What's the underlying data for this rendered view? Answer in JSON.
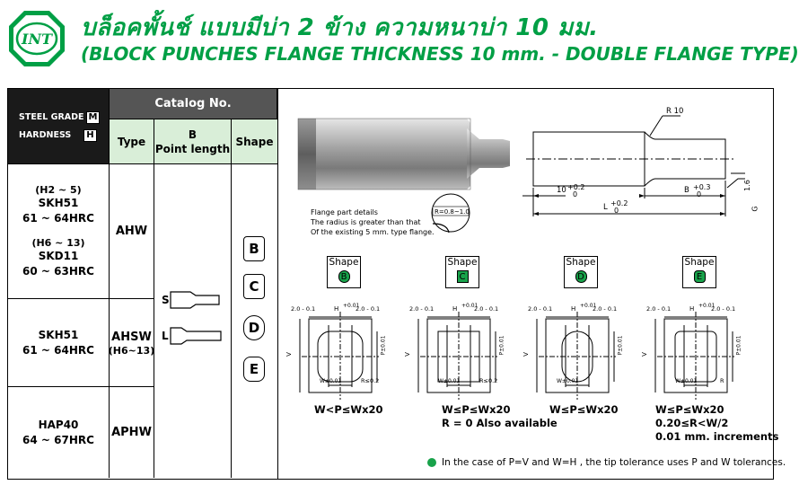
{
  "header": {
    "logo_text": "INT",
    "title_thai": "บล็อคพั้นช์ แบบมีบ่า 2 ข้าง ความหนาบ่า 10 มม.",
    "title_en": "(BLOCK PUNCHES FLANGE THICKNESS 10 mm. - DOUBLE FLANGE TYPE)",
    "brand_color": "#009f45"
  },
  "table": {
    "steel_grade_label": "STEEL GRADE",
    "steel_grade_box": "M",
    "hardness_label": "HARDNESS",
    "hardness_box": "H",
    "catalog_header": "Catalog No.",
    "col_type": "Type",
    "col_b": "B",
    "col_point_length": "Point length",
    "col_shape": "Shape",
    "rows": [
      {
        "mat1_range": "(H2 ~ 5)",
        "mat1_name": "SKH51",
        "mat1_hrc": "61 ~ 64HRC",
        "mat2_range": "(H6 ~ 13)",
        "mat2_name": "SKD11",
        "mat2_hrc": "60 ~ 63HRC",
        "type": "AHW"
      },
      {
        "mat1_name": "SKH51",
        "mat1_hrc": "61 ~ 64HRC",
        "type": "AHSW",
        "type_sub": "(H6~13)"
      },
      {
        "mat1_name": "HAP40",
        "mat1_hrc": "64 ~ 67HRC",
        "type": "APHW"
      }
    ],
    "point_labels": [
      "S",
      "L"
    ],
    "shapes": [
      "B",
      "C",
      "D",
      "E"
    ]
  },
  "drawing": {
    "r10": "R 10",
    "dim_10": "10",
    "tol_10_plus": "+0.2",
    "tol_10_zero": "0",
    "dim_b": "B",
    "tol_b_plus": "+0.3",
    "tol_b_zero": "0",
    "dim_l": "L",
    "tol_l_plus": "+0.2",
    "tol_l_zero": "0",
    "dim_16": "1.6",
    "dim_g": "G",
    "flange_note_1": "Flange part details",
    "flange_note_2": "The radius is greater than that",
    "flange_note_3": "Of the existing 5 mm. type flange.",
    "radius_note": "R=0.8~1.0"
  },
  "shape_views": [
    {
      "tag": "Shape",
      "letter": "B",
      "cond": [
        "W<P≤Wx20"
      ],
      "r_label": "R≤0.2",
      "p_label": "P±0.01"
    },
    {
      "tag": "Shape",
      "letter": "C",
      "cond": [
        "W≤P≤Wx20",
        "R = 0  Also available"
      ],
      "r_label": "R≤0.2",
      "p_label": "P±0.01"
    },
    {
      "tag": "Shape",
      "letter": "D",
      "cond": [
        "W≤P≤Wx20"
      ],
      "r_label": "",
      "p_label": "P±0.01"
    },
    {
      "tag": "Shape",
      "letter": "E",
      "cond": [
        "W≤P≤Wx20",
        "0.20≤R<W/2",
        "0.01 mm. increments"
      ],
      "r_label": "R",
      "p_label": "P±0.01"
    }
  ],
  "view_dims": {
    "side_left": "2.0 - 0.1",
    "side_right": "2.0 - 0.1",
    "zero": "0",
    "h_plus": "+0.01",
    "h_label": "H",
    "v_plus": "+0.01",
    "v_label": "V",
    "w_label": "W±0.01"
  },
  "footnote": "In the case of P=V and W=H , the tip tolerance uses P and W tolerances."
}
